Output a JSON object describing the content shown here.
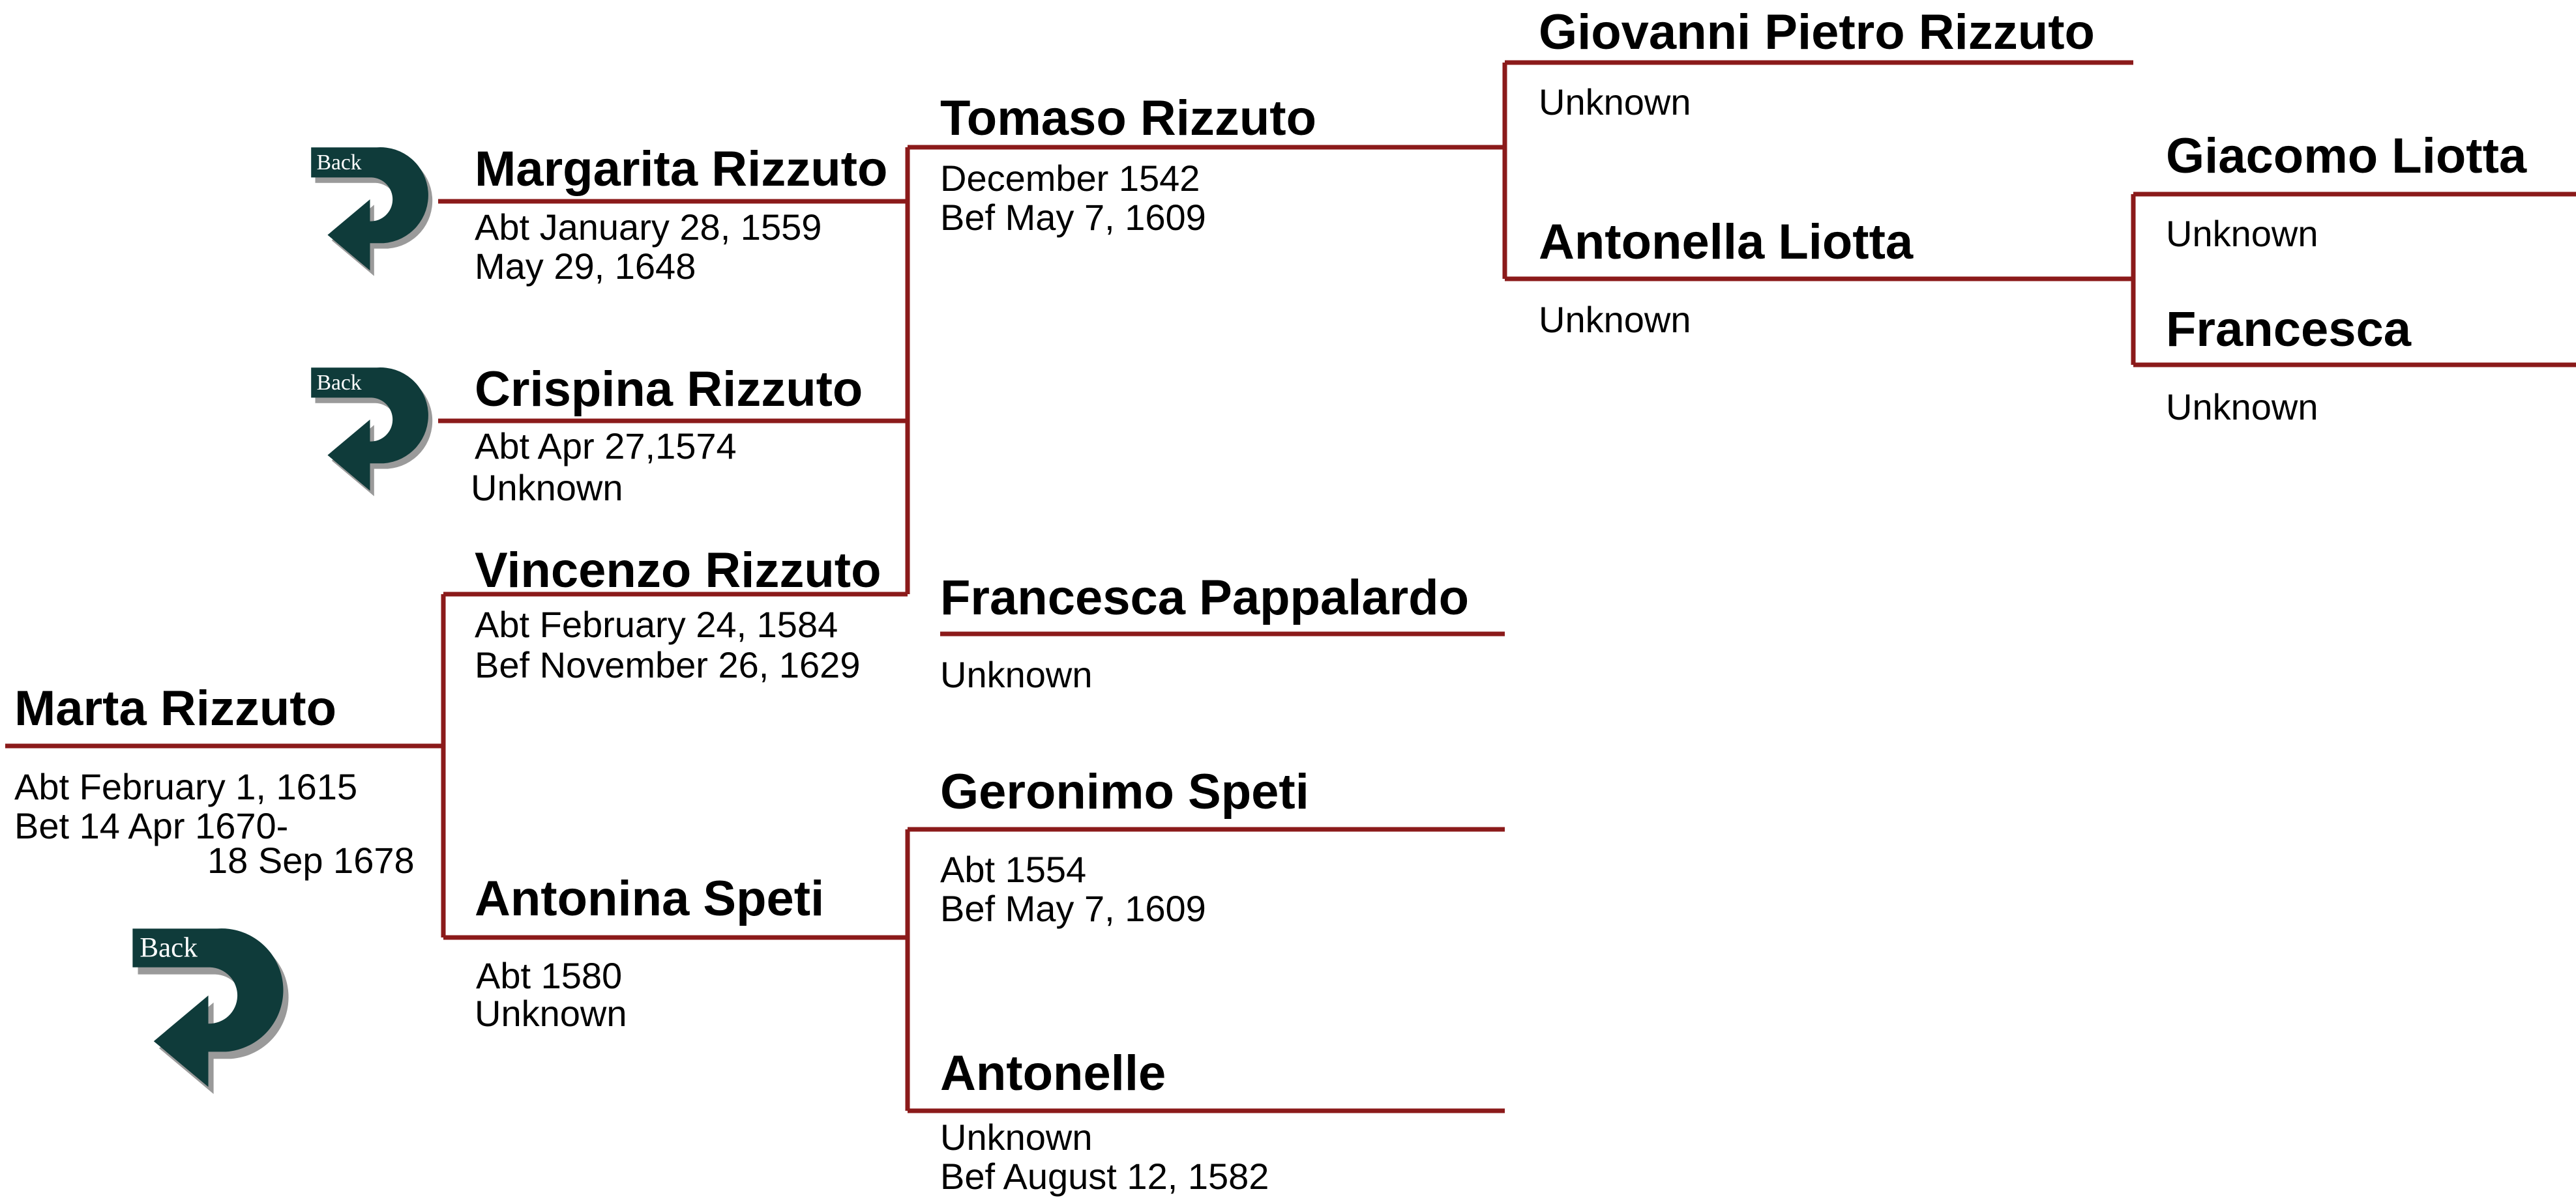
{
  "colors": {
    "connector": "#8b1a1a",
    "arrow": "#0f3b3a",
    "arrow_shadow": "#9a9a9a",
    "arrow_text": "#ffffff"
  },
  "back_button": {
    "label": "Back",
    "icon": "curved-back-arrow-icon"
  },
  "people": {
    "marta": {
      "name": "Marta Rizzuto",
      "birth": "Abt February 1, 1615",
      "death_line1": "Bet 14 Apr 1670-",
      "death_line2": "18 Sep 1678"
    },
    "margarita": {
      "name": "Margarita Rizzuto",
      "birth": "Abt January 28, 1559",
      "death": "May 29, 1648"
    },
    "crispina": {
      "name": "Crispina Rizzuto",
      "birth": "Abt Apr 27,1574",
      "death": "Unknown"
    },
    "vincenzo": {
      "name": "Vincenzo Rizzuto",
      "birth": "Abt February 24, 1584",
      "death": "Bef November 26, 1629"
    },
    "antonina": {
      "name": "Antonina Speti",
      "birth": "Abt 1580",
      "death": "Unknown"
    },
    "tomaso": {
      "name": "Tomaso Rizzuto",
      "birth": "December 1542",
      "death": "Bef  May 7, 1609"
    },
    "francesca_p": {
      "name": "Francesca Pappalardo",
      "dates": "Unknown"
    },
    "geronimo": {
      "name": "Geronimo Speti",
      "birth": "Abt 1554",
      "death": "Bef  May 7, 1609"
    },
    "antonelle": {
      "name": "Antonelle",
      "birth": "Unknown",
      "death": "Bef August 12, 1582"
    },
    "giovanni": {
      "name": "Giovanni Pietro Rizzuto",
      "dates": "Unknown"
    },
    "antonella": {
      "name": "Antonella Liotta",
      "dates": "Unknown"
    },
    "giacomo": {
      "name": "Giacomo Liotta",
      "dates": "Unknown"
    },
    "francesca": {
      "name": "Francesca",
      "dates": "Unknown"
    }
  }
}
